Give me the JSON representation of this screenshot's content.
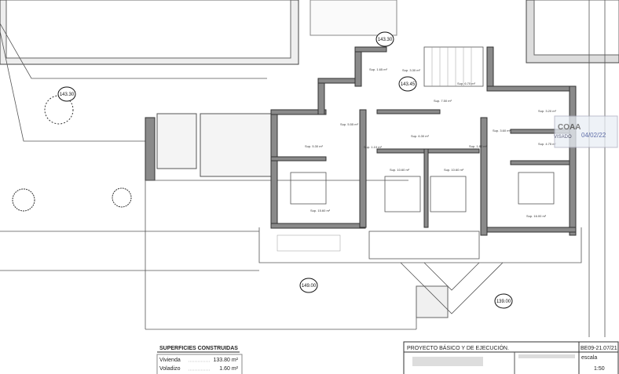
{
  "levels": [
    "143.30",
    "143.30",
    "143.45",
    "149.00",
    "139.00"
  ],
  "rooms": [
    "Sup. 1.65 m²",
    "Sup. 3.30 m²",
    "Sup. 6.70 m²",
    "Sup. 7.50 m²",
    "Sup. 5.55 m²",
    "Sup. 3.20 m²",
    "Sup. 5.30 m²",
    "Sup. 6.30 m²",
    "Sup. 1.10 m²",
    "Sup. 1.80 m²",
    "Sup. 3.60 m²",
    "Sup. 4.75 m²",
    "Sup. 10.60 m²",
    "Sup. 10.60 m²",
    "Sup. 15.60 m²",
    "Sup. 16.00 m²"
  ],
  "stamp": {
    "org": "COAA",
    "status": "VISADO",
    "date": "04/02/22"
  },
  "areas_table": {
    "title": "SUPERFICIES CONSTRUIDAS",
    "rows": [
      {
        "label": "Vivienda",
        "value": "133.80 m²"
      },
      {
        "label": "Voladizo",
        "value": "1.60 m²"
      }
    ]
  },
  "title_block": {
    "project": "PROYECTO BÁSICO Y DE EJECUCIÓN.",
    "ref": "BE09-21.07/21",
    "scale_label": "escala",
    "scale": "1:50"
  }
}
